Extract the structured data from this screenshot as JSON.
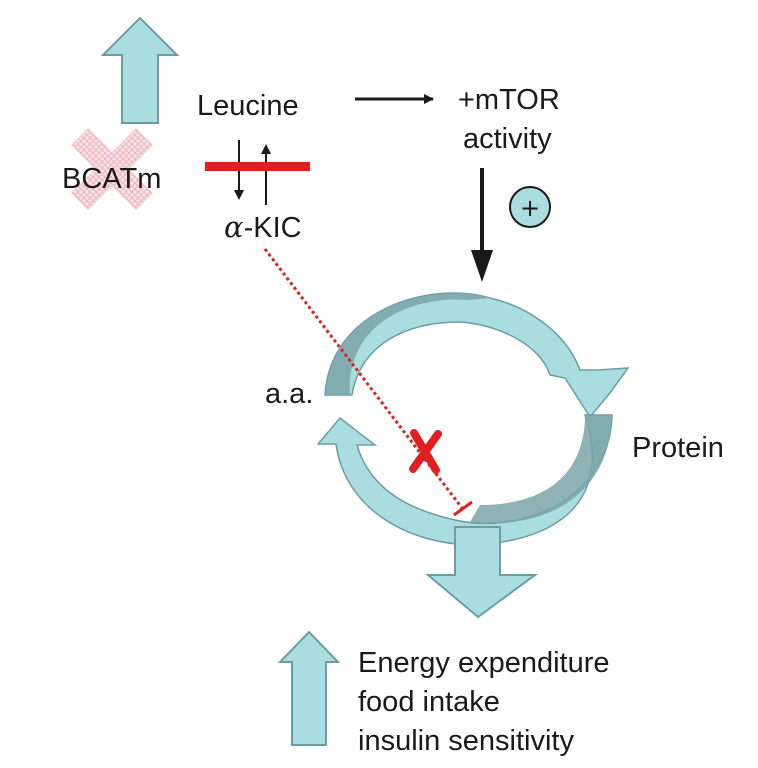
{
  "labels": {
    "leucine": "Leucine",
    "mtor_line1": "+mTOR",
    "mtor_line2": "activity",
    "bcatm": "BCATm",
    "kic_symbol": "α",
    "kic_text": "-KIC",
    "amino_acids": "a.a.",
    "protein": "Protein",
    "plus_sign": "+",
    "outcome_line1": "Energy expenditure",
    "outcome_line2": "food intake",
    "outcome_line3": "insulin sensitivity"
  },
  "colors": {
    "arrow_fill": "#a9dde0",
    "arrow_stroke": "#6a9ea2",
    "cycle_dark": "#7aa4a8",
    "inhibit_red": "#e02020",
    "knockout_pink": "#f4c2c6",
    "circle_fill": "#a9dde0",
    "text": "#1a1a1a"
  },
  "icons": {
    "up_arrow_top": "up-arrow-icon",
    "down_arrow": "down-arrow-icon",
    "up_arrow_bottom": "up-arrow-icon",
    "knockout": "cross-out-icon",
    "block": "red-x-icon",
    "stimulation": "plus-circle-icon"
  }
}
